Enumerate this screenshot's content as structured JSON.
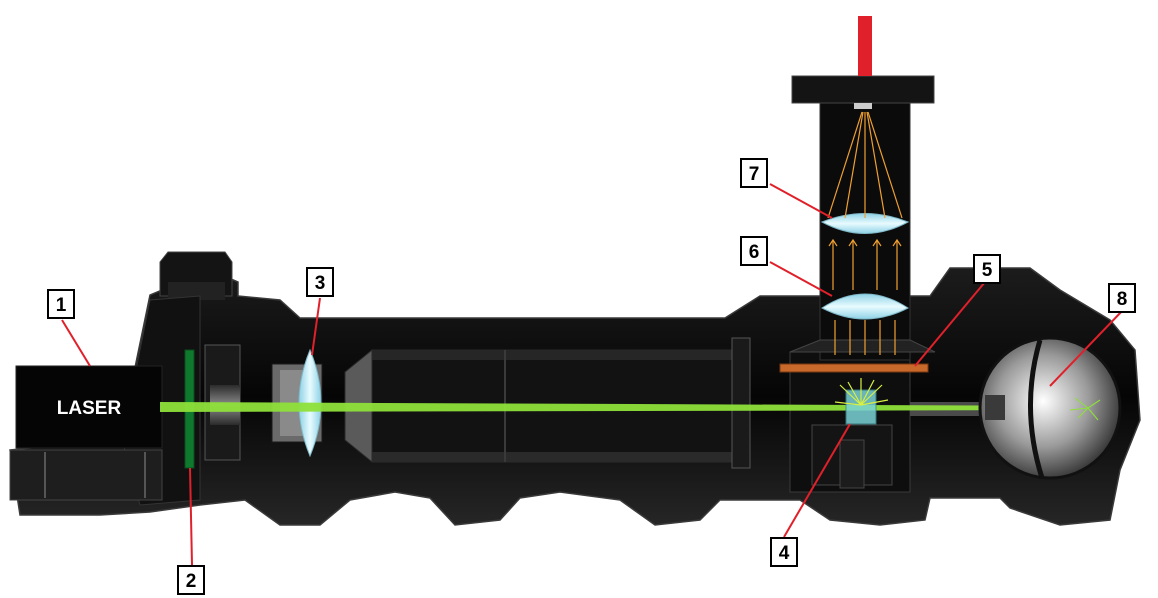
{
  "laser": {
    "label": "LASER"
  },
  "callouts": [
    {
      "id": "1",
      "label": "1"
    },
    {
      "id": "2",
      "label": "2"
    },
    {
      "id": "3",
      "label": "3"
    },
    {
      "id": "4",
      "label": "4"
    },
    {
      "id": "5",
      "label": "5"
    },
    {
      "id": "6",
      "label": "6"
    },
    {
      "id": "7",
      "label": "7"
    },
    {
      "id": "8",
      "label": "8"
    }
  ],
  "colors": {
    "housing": "#0b0b0b",
    "housing_edge": "#3a3a3a",
    "beam": "#8ee03a",
    "leader_line": "#e0202a",
    "fiber": "#e0202a",
    "lens": "#b7e6f2",
    "filter_plate": "#c8682a",
    "scattered_light": "#f0a030",
    "laser_text": "#ffffff",
    "sample": "#79d3d6"
  },
  "icons": {
    "laser_source": "laser-box-icon",
    "sphere": "integrating-sphere-icon"
  }
}
